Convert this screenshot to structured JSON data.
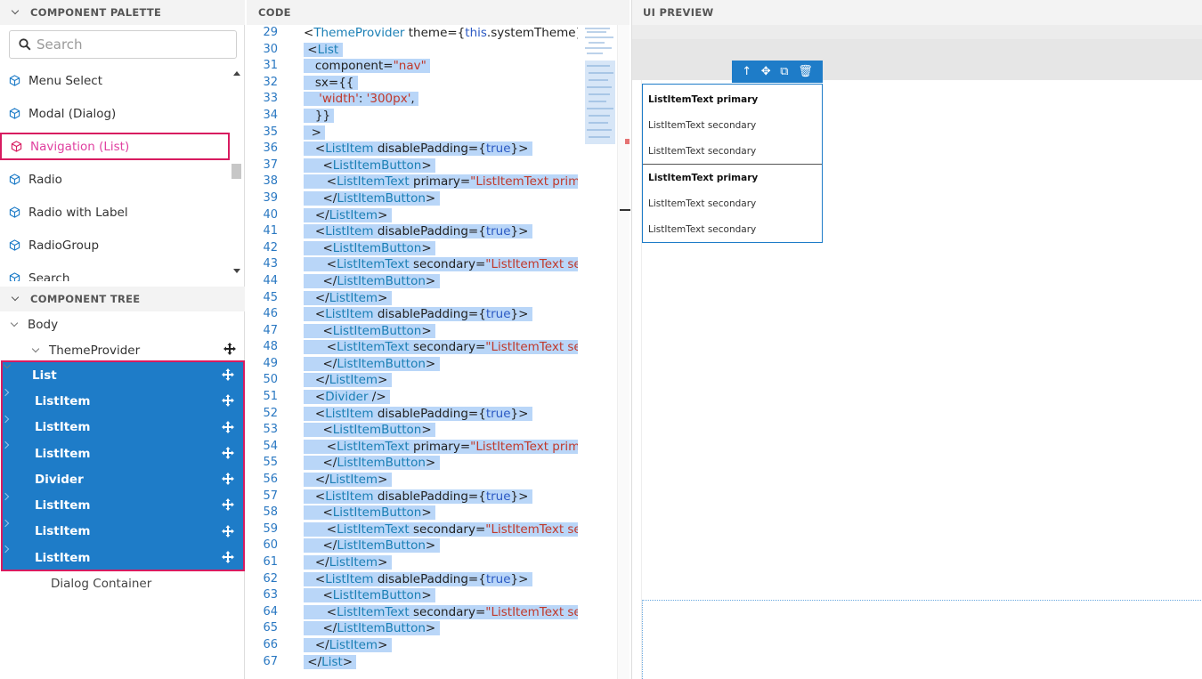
{
  "palette": {
    "header": "COMPONENT PALETTE",
    "search_placeholder": "Search",
    "items": [
      {
        "label": "Menu Select"
      },
      {
        "label": "Modal (Dialog)"
      },
      {
        "label": "Navigation (List)"
      },
      {
        "label": "Radio"
      },
      {
        "label": "Radio with Label"
      },
      {
        "label": "RadioGroup"
      },
      {
        "label": "Search"
      }
    ],
    "selected_index": 2
  },
  "tree": {
    "header": "COMPONENT TREE",
    "root": "Body",
    "theme_provider": "ThemeProvider",
    "selected": [
      {
        "label": "List"
      },
      {
        "label": "ListItem"
      },
      {
        "label": "ListItem"
      },
      {
        "label": "ListItem"
      },
      {
        "label": "Divider"
      },
      {
        "label": "ListItem"
      },
      {
        "label": "ListItem"
      },
      {
        "label": "ListItem"
      }
    ],
    "after": "Dialog Container"
  },
  "code": {
    "header": "CODE",
    "line_numbers": [
      "29",
      "30",
      "31",
      "32",
      "33",
      "34",
      "35",
      "36",
      "37",
      "38",
      "39",
      "40",
      "41",
      "42",
      "43",
      "44",
      "45",
      "46",
      "47",
      "48",
      "49",
      "50",
      "51",
      "52",
      "53",
      "54",
      "55",
      "56",
      "57",
      "58",
      "59",
      "60",
      "61",
      "62",
      "63",
      "64",
      "65",
      "66",
      "67"
    ]
  },
  "preview": {
    "header": "UI PREVIEW",
    "list_items": [
      {
        "text": "ListItemText primary",
        "primary": true
      },
      {
        "text": "ListItemText secondary",
        "primary": false
      },
      {
        "text": "ListItemText secondary",
        "primary": false
      },
      {
        "text": "ListItemText primary",
        "primary": true
      },
      {
        "text": "ListItemText secondary",
        "primary": false
      },
      {
        "text": "ListItemText secondary",
        "primary": false
      }
    ]
  },
  "colors": {
    "accent": "#1e7cc8",
    "highlight": "#d81b60",
    "selection_bg": "#b9d6f8",
    "tag": "#1a7fb5",
    "string": "#c0392b"
  }
}
